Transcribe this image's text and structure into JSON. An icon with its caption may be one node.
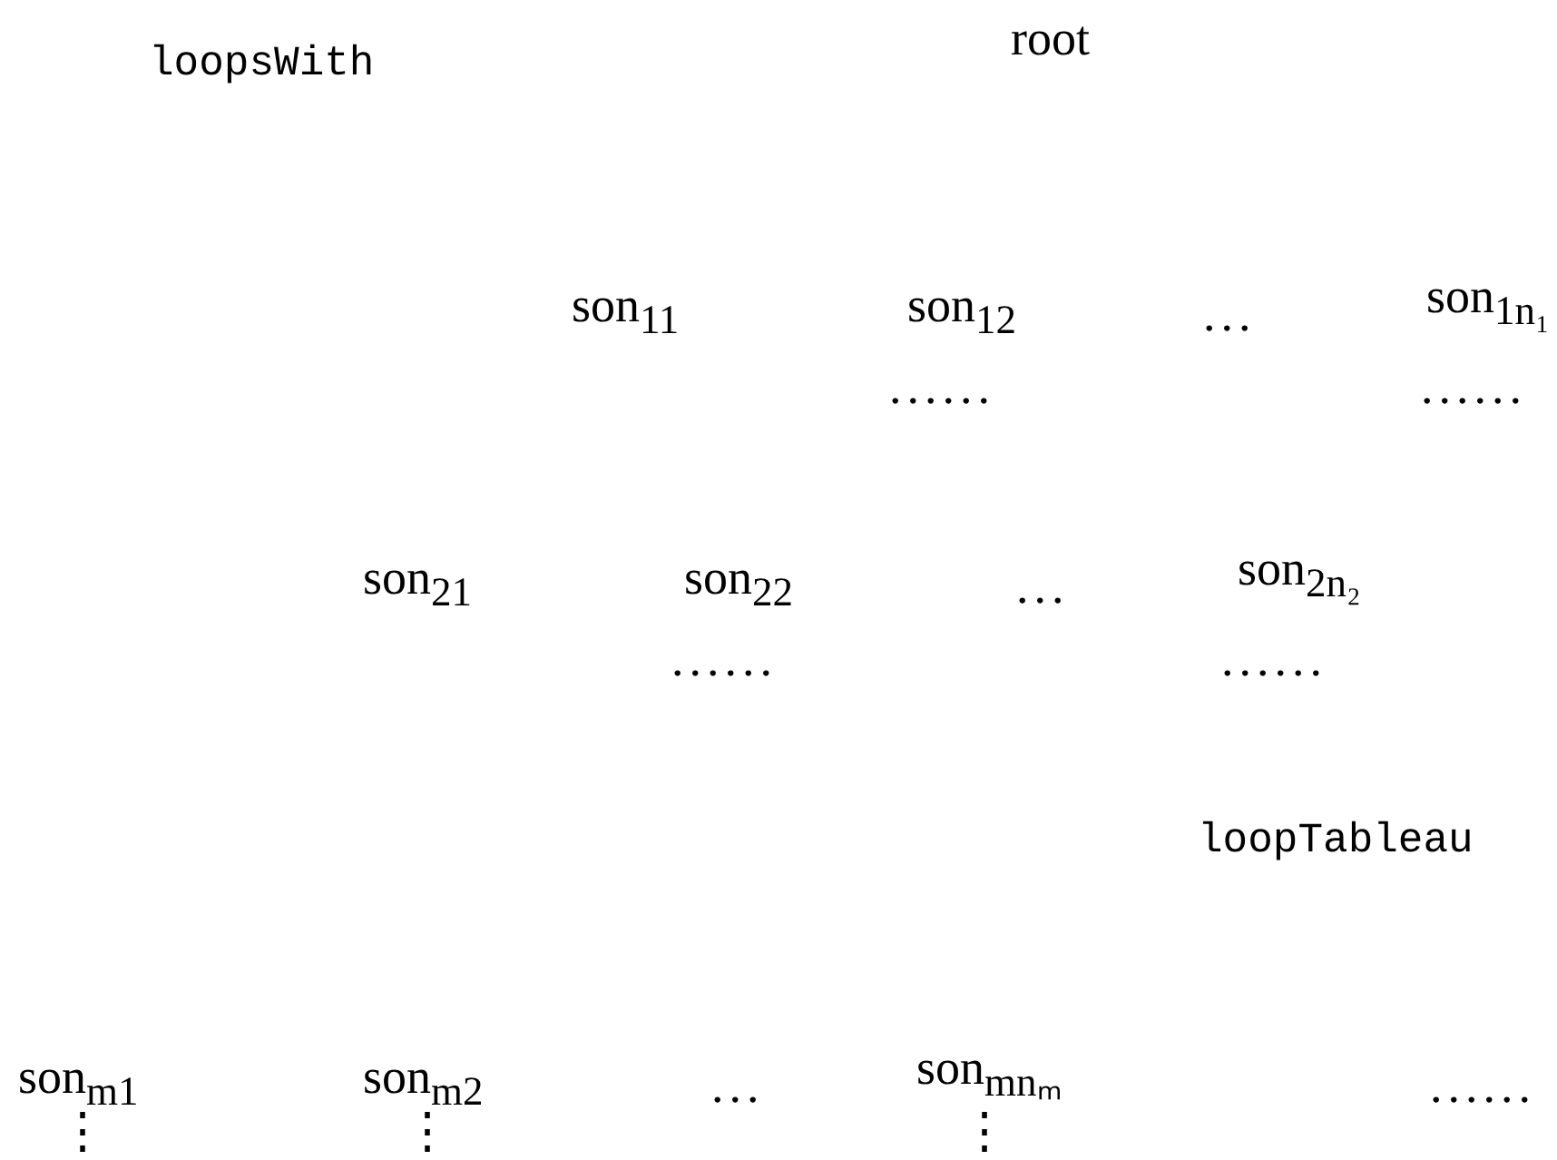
{
  "diagram": {
    "labels": [
      "loopsWith",
      "root",
      "son$_{11}$",
      "son$_{12}$",
      "...",
      "son$_{1n₁}$",
      "......",
      "......",
      "son$_{21}$",
      "son$_{22}$",
      "...",
      "son$_{2n₂}$",
      "......",
      "......",
      "loopTableau",
      "son$_{m1}$",
      "son$_{m2}$",
      "...",
      "son$_{mnₘ}$",
      "......",
      "⋮",
      "⋮",
      "⋮"
    ]
  }
}
